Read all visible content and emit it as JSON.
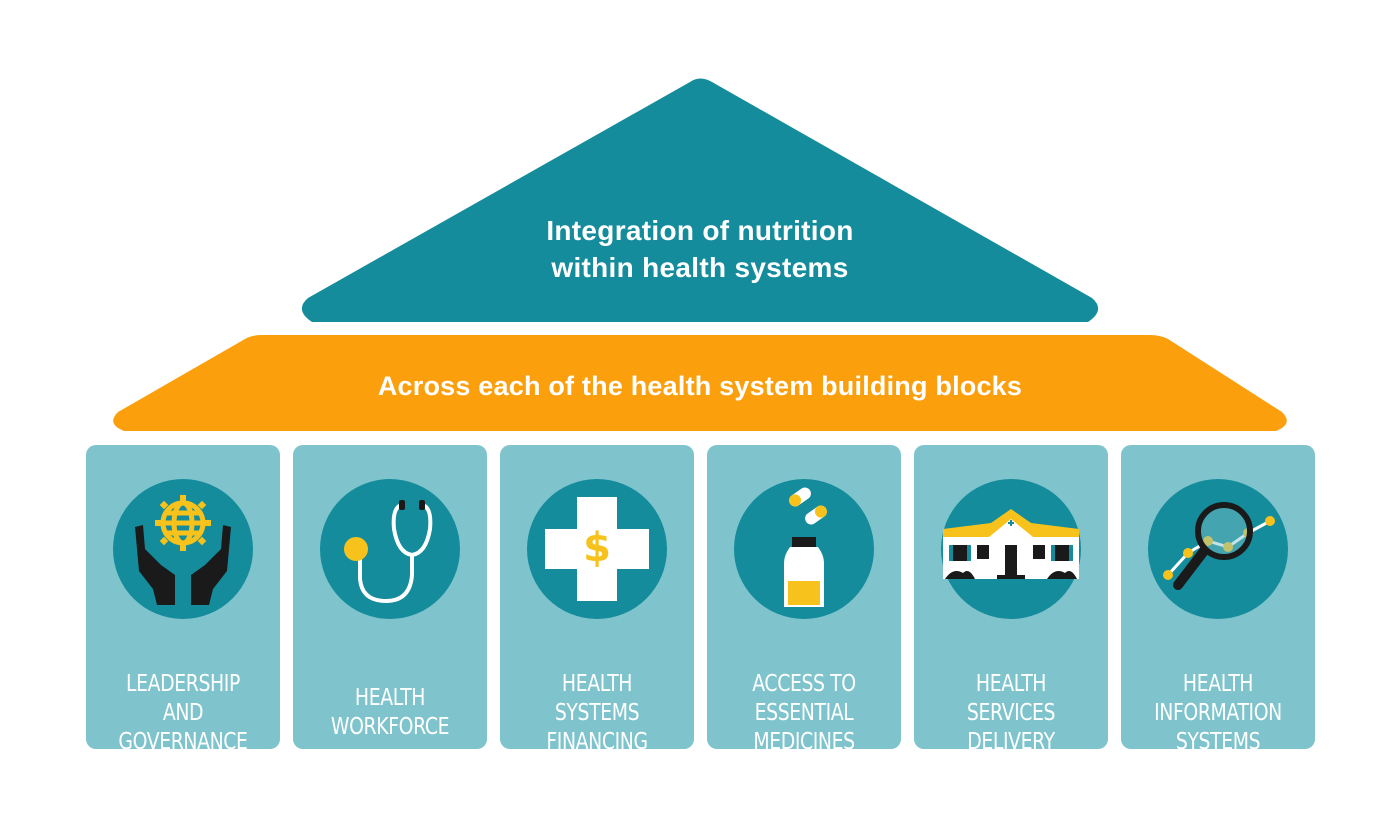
{
  "roof": {
    "title_line1": "Integration of nutrition",
    "title_line2": "within health systems",
    "color": "#148c9c"
  },
  "band": {
    "title": "Across each of the health system building blocks",
    "color": "#fb9f0d"
  },
  "blocks": [
    {
      "icon": "hands-globe-icon",
      "lines": [
        "LEADERSHIP",
        "AND",
        "GOVERNANCE"
      ]
    },
    {
      "icon": "stethoscope-icon",
      "lines": [
        "HEALTH",
        "WORKFORCE"
      ]
    },
    {
      "icon": "medical-cross-dollar-icon",
      "lines": [
        "HEALTH",
        "SYSTEMS",
        "FINANCING"
      ]
    },
    {
      "icon": "pill-bottle-icon",
      "lines": [
        "ACCESS TO",
        "ESSENTIAL",
        "MEDICINES"
      ]
    },
    {
      "icon": "clinic-building-icon",
      "lines": [
        "HEALTH",
        "SERVICES",
        "DELIVERY"
      ]
    },
    {
      "icon": "magnifier-chart-icon",
      "lines": [
        "HEALTH",
        "INFORMATION",
        "SYSTEMS"
      ]
    }
  ],
  "colors": {
    "block_bg": "#7fc4cc",
    "circle": "#148c9c",
    "accent_yellow": "#f7c21b",
    "ink": "#1a1a1a"
  }
}
